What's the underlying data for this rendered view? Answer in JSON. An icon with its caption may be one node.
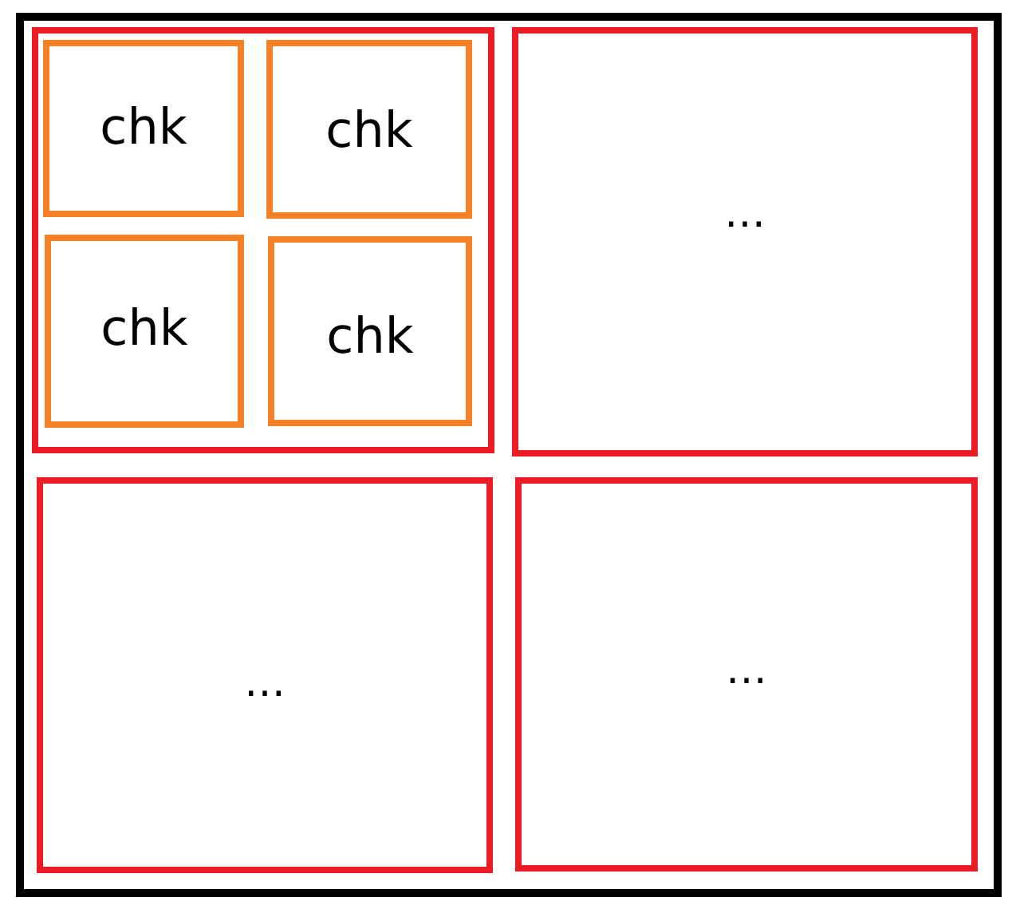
{
  "diagram": {
    "nodes": [
      {
        "text": [],
        "shape": "box"
      },
      {
        "text": [],
        "shape": "box",
        "in": 0
      },
      {
        "text": [
          "chk"
        ],
        "in": 1
      },
      {
        "text": [
          "chk"
        ],
        "in": 1
      },
      {
        "text": [
          "chk"
        ],
        "in": 1
      },
      {
        "text": [
          "chk"
        ],
        "in": 1
      },
      {
        "text": [
          "…"
        ],
        "in": 0
      },
      {
        "text": [
          "…"
        ],
        "in": 0
      },
      {
        "text": [
          "…"
        ],
        "in": 0
      }
    ]
  }
}
